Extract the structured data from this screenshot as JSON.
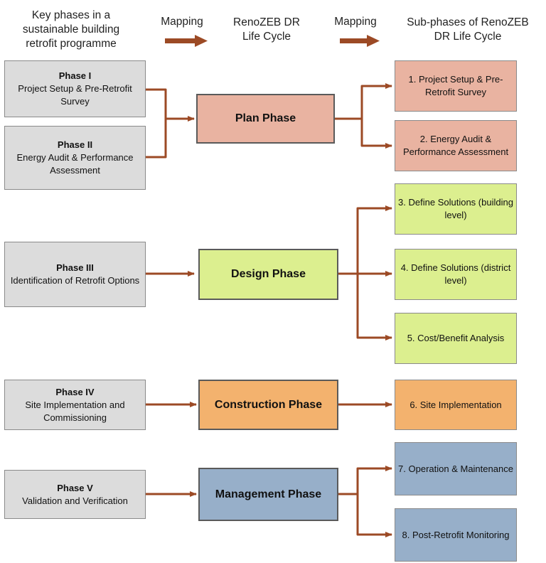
{
  "headers": {
    "col1": "Key phases in a\nsustainable building\nretrofit programme",
    "mapping1": "Mapping",
    "col2": "RenoZEB DR\nLife Cycle",
    "mapping2": "Mapping",
    "col3": "Sub-phases of RenoZEB\nDR Life Cycle"
  },
  "phases": [
    {
      "title": "Phase I",
      "desc": "Project Setup & Pre-Retrofit Survey"
    },
    {
      "title": "Phase II",
      "desc": "Energy Audit & Performance Assessment"
    },
    {
      "title": "Phase III",
      "desc": "Identification of Retrofit Options"
    },
    {
      "title": "Phase IV",
      "desc": "Site Implementation and Commissioning"
    },
    {
      "title": "Phase V",
      "desc": "Validation and Verification"
    }
  ],
  "lifecycle": [
    {
      "label": "Plan Phase",
      "color": "#e9b3a1"
    },
    {
      "label": "Design Phase",
      "color": "#dcef8f"
    },
    {
      "label": "Construction Phase",
      "color": "#f3b26e"
    },
    {
      "label": "Management Phase",
      "color": "#97afc9"
    }
  ],
  "subphases": [
    "1. Project Setup & Pre-Retrofit Survey",
    "2. Energy Audit & Performance Assessment",
    "3. Define  Solutions (building level)",
    "4. Define Solutions (district level)",
    "5. Cost/Benefit Analysis",
    "6. Site Implementation",
    "7. Operation & Maintenance",
    "8. Post-Retrofit Monitoring"
  ],
  "colors": {
    "connector": "#9c4a25"
  }
}
